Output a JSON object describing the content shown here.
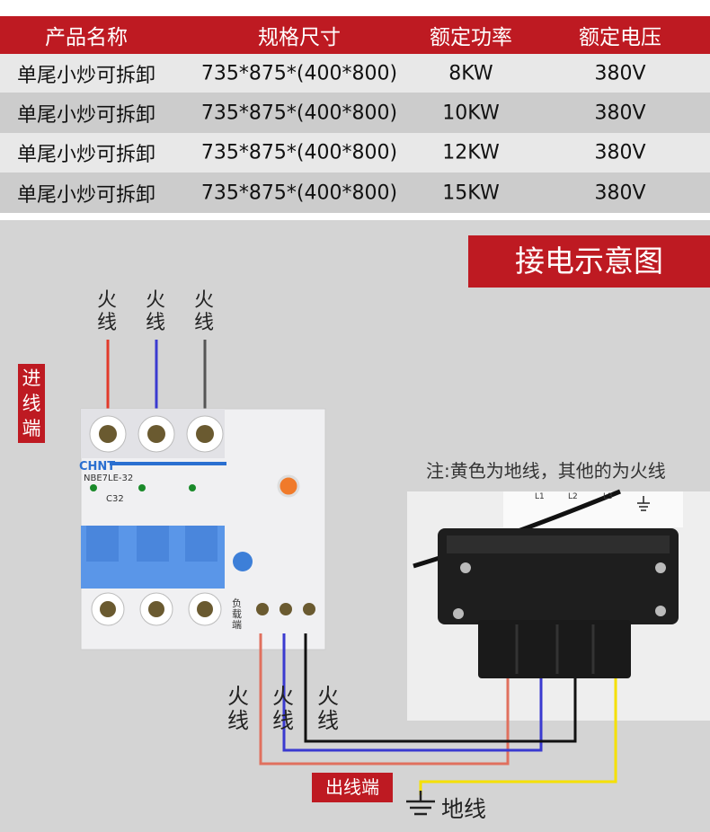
{
  "table": {
    "headers": [
      "产品名称",
      "规格尺寸",
      "额定功率",
      "额定电压"
    ],
    "rows": [
      [
        "单尾小炒可拆卸",
        "735*875*(400*800)",
        "8KW",
        "380V"
      ],
      [
        "单尾小炒可拆卸",
        "735*875*(400*800)",
        "10KW",
        "380V"
      ],
      [
        "单尾小炒可拆卸",
        "735*875*(400*800)",
        "12KW",
        "380V"
      ],
      [
        "单尾小炒可拆卸",
        "735*875*(400*800)",
        "15KW",
        "380V"
      ]
    ]
  },
  "diagram": {
    "title": "接电示意图",
    "input_label": "进线端",
    "output_label": "出线端",
    "live_wire": "火线",
    "ground_wire": "地线",
    "note": "注:黄色为地线，其他的为火线",
    "breaker": {
      "brand": "CHNT",
      "model": "NBE7LE-32",
      "rating": "C32",
      "load_label": "负载端"
    },
    "terminal_labels": [
      "L1",
      "L2",
      "L3"
    ],
    "colors": {
      "red": "#e23a2a",
      "blue": "#3a3ad0",
      "black": "#111111",
      "yellow": "#f5e000",
      "accent": "#be1a22"
    }
  }
}
